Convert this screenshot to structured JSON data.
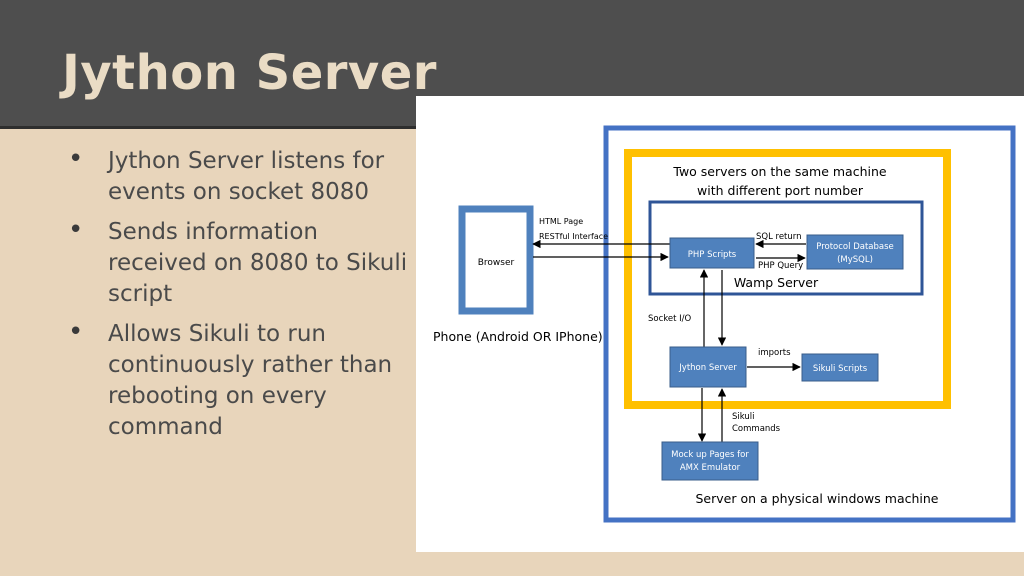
{
  "slide": {
    "title": "Jython Server",
    "bullets": [
      "Jython Server listens for events on socket 8080",
      "Sends information received on 8080 to Sikuli script",
      "Allows Sikuli to run continuously rather than rebooting on every command"
    ]
  },
  "diagram": {
    "browser": "Browser",
    "phone_label": "Phone (Android OR IPhone)",
    "html_page": "HTML Page",
    "restful_interface": "RESTful Interface",
    "two_servers_line1": "Two servers on the same machine",
    "two_servers_line2": "with different port number",
    "php_scripts": "PHP Scripts",
    "sql_return": "SQL return",
    "php_query": "PHP Query",
    "protocol_db_line1": "Protocol Database",
    "protocol_db_line2": "(MySQL)",
    "wamp_server": "Wamp Server",
    "socket_io": "Socket I/O",
    "jython_server": "Jython Server",
    "imports": "imports",
    "sikuli_scripts": "Sikuli Scripts",
    "sikuli_commands_line1": "Sikuli",
    "sikuli_commands_line2": "Commands",
    "mockup_line1": "Mock up Pages for",
    "mockup_line2": "AMX Emulator",
    "physical_server": "Server on a physical windows machine"
  },
  "colors": {
    "outer_border": "#4472c4",
    "yellow_border": "#ffc000",
    "wamp_border": "#2f5597",
    "box_fill": "#4f81bd"
  }
}
